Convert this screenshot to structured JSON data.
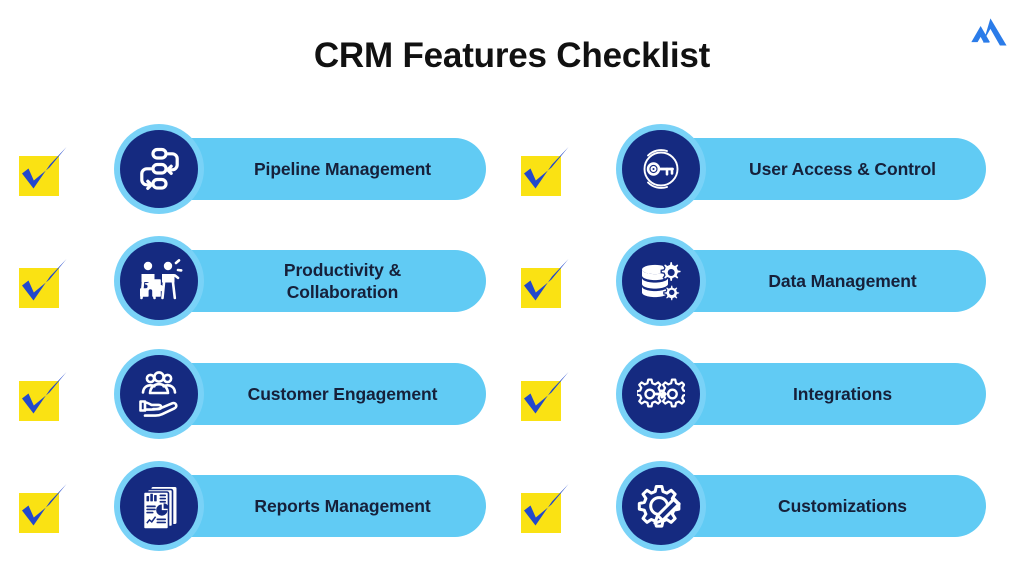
{
  "page": {
    "title": "CRM Features Checklist",
    "background_color": "#FFFFFF"
  },
  "brand": {
    "logo_icon": "mountain-logo-icon",
    "logo_color": "#2B7CE9"
  },
  "theme": {
    "pill_color": "#61CBF4",
    "badge_ring_color": "#79D2F7",
    "badge_fill_color": "#152A80",
    "checkbox_color": "#FAE213",
    "checkmark_color": "#2248CC",
    "text_color": "#16203A",
    "title_color": "#111111"
  },
  "checklist": {
    "columns": [
      {
        "id": "left",
        "items": [
          {
            "label": "Pipeline Management",
            "icon": "pipeline-flow-icon",
            "checked": true
          },
          {
            "label": "Productivity &\nCollaboration",
            "icon": "people-puzzle-icon",
            "checked": true
          },
          {
            "label": "Customer Engagement",
            "icon": "hand-holding-users-icon",
            "checked": true
          },
          {
            "label": "Reports Management",
            "icon": "report-documents-icon",
            "checked": true
          }
        ]
      },
      {
        "id": "right",
        "items": [
          {
            "label": "User Access & Control",
            "icon": "key-access-icon",
            "checked": true
          },
          {
            "label": "Data Management",
            "icon": "database-gears-icon",
            "checked": true
          },
          {
            "label": "Integrations",
            "icon": "linked-gears-icon",
            "checked": true
          },
          {
            "label": "Customizations",
            "icon": "gear-pencil-icon",
            "checked": true
          }
        ]
      }
    ]
  }
}
